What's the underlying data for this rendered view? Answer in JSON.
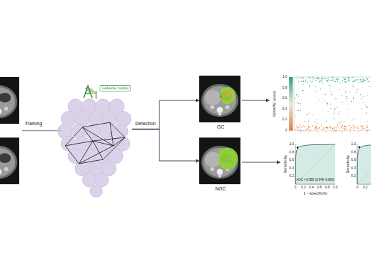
{
  "diagram": {
    "nodes": [
      {
        "text": [
          "GRAPE model"
        ]
      },
      {
        "text": [
          "GC"
        ]
      },
      {
        "text": [
          "NGC"
        ]
      },
      {
        "text": [
          "GRAPE score"
        ]
      },
      {
        "text": [
          "Sensitivity",
          "1 - specificity",
          "AUC = 0.955 (0.949–0.960)"
        ]
      },
      {
        "text": [
          "Sensitivity"
        ]
      }
    ],
    "edges": [
      {
        "from": 0,
        "to": 1,
        "arrow": "to"
      },
      {
        "from": 0,
        "to": 2,
        "arrow": "to"
      },
      {
        "from": 1,
        "to": 3,
        "arrow": "to"
      },
      {
        "from": 2,
        "to": 4,
        "arrow": "to"
      }
    ],
    "labels": [
      "Training",
      "Detection",
      "1.0",
      "0.8",
      "0.6",
      "0.4",
      "0.2",
      "0",
      "0.2",
      "0.4",
      "0.6",
      "0.8",
      "1.0",
      "0",
      "0.2",
      "0.4",
      "0.6",
      "0.8",
      "1.0",
      "0.2",
      "0.4",
      "0.6",
      "0.8",
      "1.0",
      "0",
      "0.2"
    ]
  }
}
